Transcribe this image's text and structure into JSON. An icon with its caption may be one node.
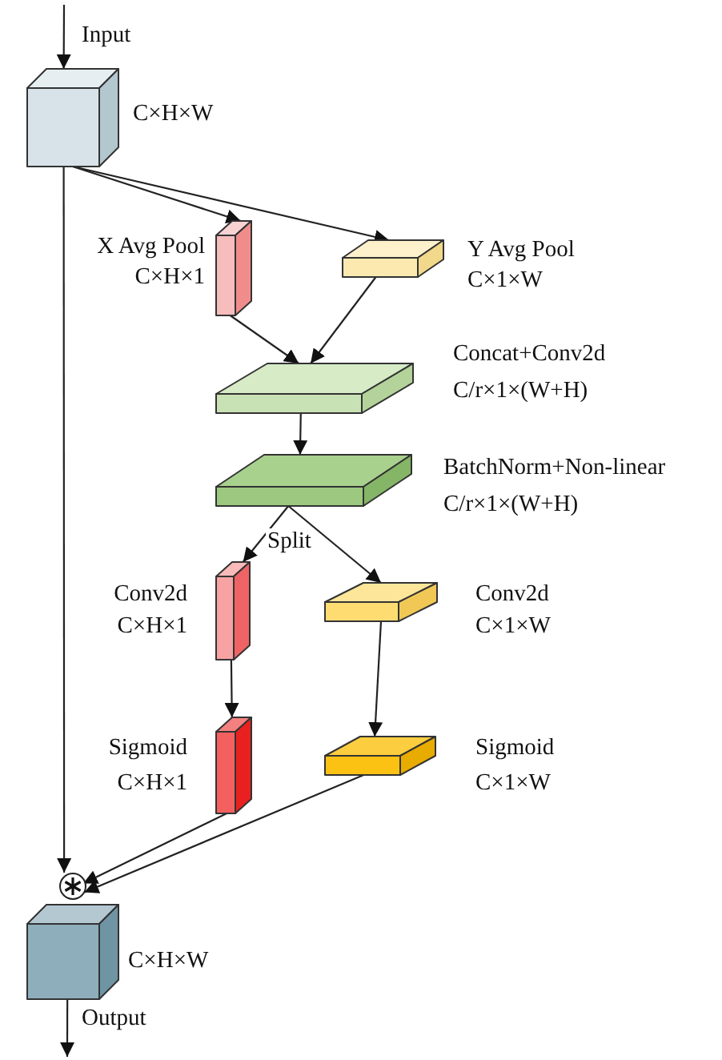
{
  "diagram": {
    "nodes": [
      {
        "text": [],
        "shape": "box",
        "beside": [
          "C×H×W"
        ]
      },
      {
        "text": [],
        "shape": "box",
        "beside": [
          "X Avg Pool",
          "C×H×1"
        ]
      },
      {
        "text": [],
        "shape": "box",
        "beside": [
          "Y Avg Pool",
          "C×1×W"
        ]
      },
      {
        "text": [],
        "shape": "box",
        "beside": [
          "Concat+Conv2d",
          "C/r×1×(W+H)"
        ]
      },
      {
        "text": [],
        "shape": "box",
        "beside": [
          "BatchNorm+Non-linear",
          "C/r×1×(W+H)"
        ]
      },
      {
        "text": [],
        "shape": "box",
        "beside": [
          "Conv2d",
          "C×H×1"
        ]
      },
      {
        "text": [],
        "shape": "box",
        "beside": [
          "Conv2d",
          "C×1×W"
        ]
      },
      {
        "text": [],
        "shape": "box",
        "beside": [
          "Sigmoid",
          "C×H×1"
        ]
      },
      {
        "text": [],
        "shape": "box",
        "beside": [
          "Sigmoid",
          "C×1×W"
        ]
      },
      {
        "text": [],
        "shape": "circle"
      },
      {
        "text": [],
        "shape": "box",
        "beside": [
          "C×H×W"
        ]
      }
    ],
    "edges": [
      {
        "from": null,
        "to": 0,
        "arrow": "to",
        "label": "Input"
      },
      {
        "from": 0,
        "to": 1,
        "arrow": "to"
      },
      {
        "from": 0,
        "to": 2,
        "arrow": "to"
      },
      {
        "from": 1,
        "to": 3,
        "arrow": "to"
      },
      {
        "from": 2,
        "to": 3,
        "arrow": "to"
      },
      {
        "from": 3,
        "to": 4,
        "arrow": "to"
      },
      {
        "from": 4,
        "to": 5,
        "arrow": "to",
        "label": "Split"
      },
      {
        "from": 4,
        "to": 6,
        "arrow": "to"
      },
      {
        "from": 5,
        "to": 7,
        "arrow": "to"
      },
      {
        "from": 6,
        "to": 8,
        "arrow": "to"
      },
      {
        "from": 0,
        "to": 9,
        "arrow": "to"
      },
      {
        "from": 7,
        "to": 9,
        "arrow": "to"
      },
      {
        "from": 8,
        "to": 9,
        "arrow": "to"
      },
      {
        "from": 10,
        "to": null,
        "arrow": "to",
        "label": "Output"
      }
    ]
  }
}
